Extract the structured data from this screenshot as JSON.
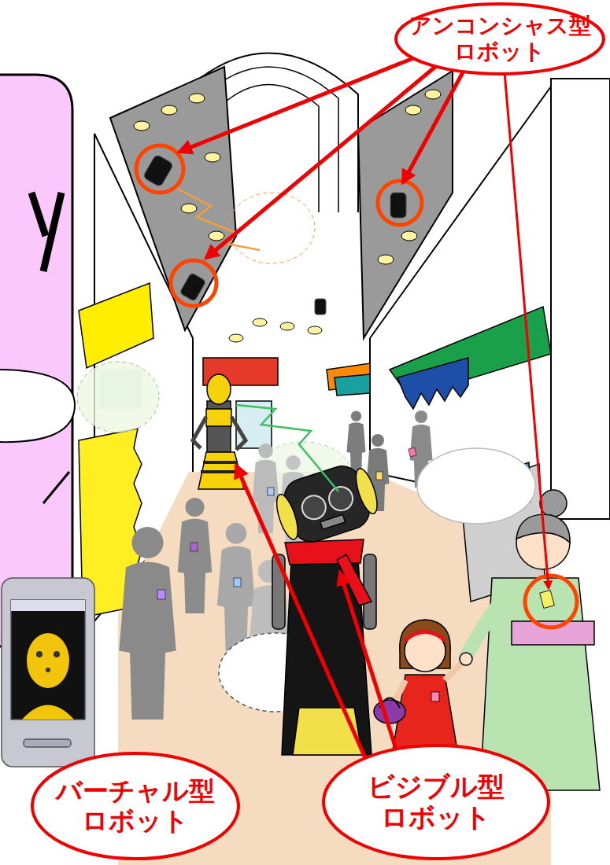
{
  "diagram": {
    "nodes": [
      {
        "text": [
          "アンコンシャス型 ロボット"
        ]
      },
      {
        "text": [
          "バーチャル型 ロボット"
        ]
      },
      {
        "text": [
          "ビジブル型 ロボット"
        ]
      }
    ]
  }
}
